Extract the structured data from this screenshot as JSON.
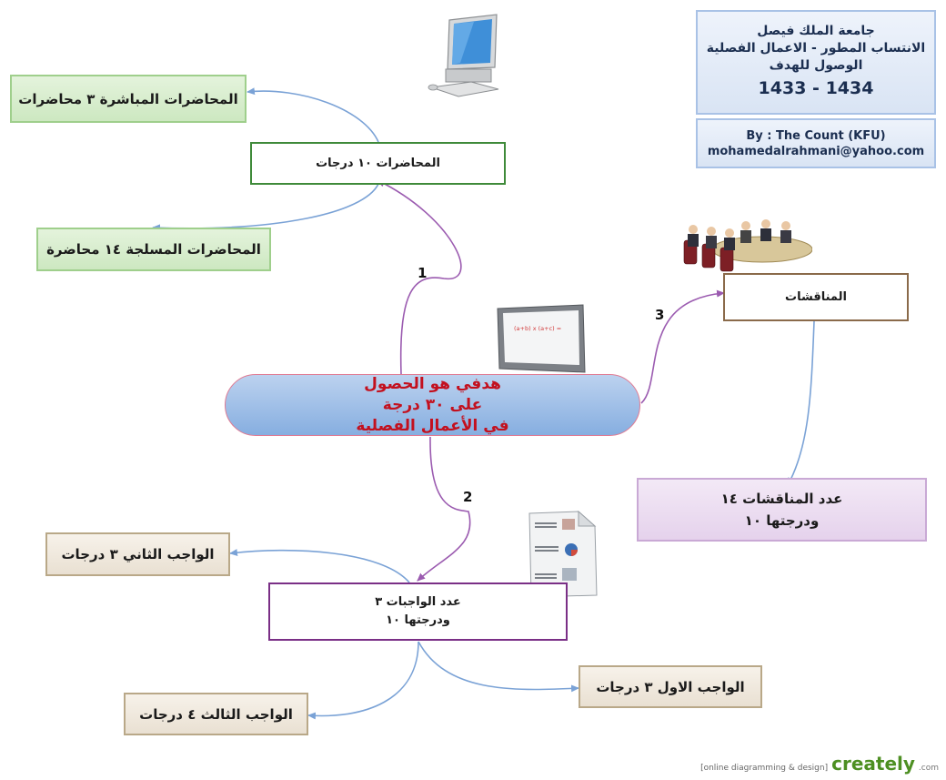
{
  "info_box": {
    "line1": "جامعة الملك فيصل",
    "line2": "الانتساب المطور - الاعمال الفصلية",
    "line3": "الوصول للهدف",
    "line4": "1434 - 1433"
  },
  "author_box": {
    "line1": "By : The Count  (KFU)",
    "line2": "mohamedalrahmani@yahoo.com"
  },
  "center": {
    "line1": "هدفي هو الحصول",
    "line2": "على ٣٠ درجة",
    "line3": "في الأعمال الفصلية"
  },
  "lectures": {
    "main": "المحاضرات ١٠ درجات",
    "live": "المحاضرات المباشرة ٣ محاضرات",
    "recorded": "المحاضرات المسلجة ١٤ محاضرة"
  },
  "discussions": {
    "main": "المناقشات",
    "count_line1": "عدد المناقشات ١٤",
    "count_line2": "ودرجتها ١٠"
  },
  "assignments": {
    "main_line1": "عدد الواجبات ٣",
    "main_line2": "ودرجتها ١٠",
    "second": "الواجب الثاني ٣ درجات",
    "first": "الواجب الاول ٣ درجات",
    "third": "الواجب الثالث ٤ درجات"
  },
  "labels": {
    "n1": "1",
    "n2": "2",
    "n3": "3",
    "whiteboard": "(a+b) x (a+c) ="
  },
  "footer": {
    "text": "[online diagramming & design]",
    "brand": "creately",
    "brand_suffix": ".com"
  },
  "colors": {
    "blue_arrow": "#7aa2d6",
    "purple_arrow": "#9b5bb0",
    "center_text": "#c3101e"
  }
}
